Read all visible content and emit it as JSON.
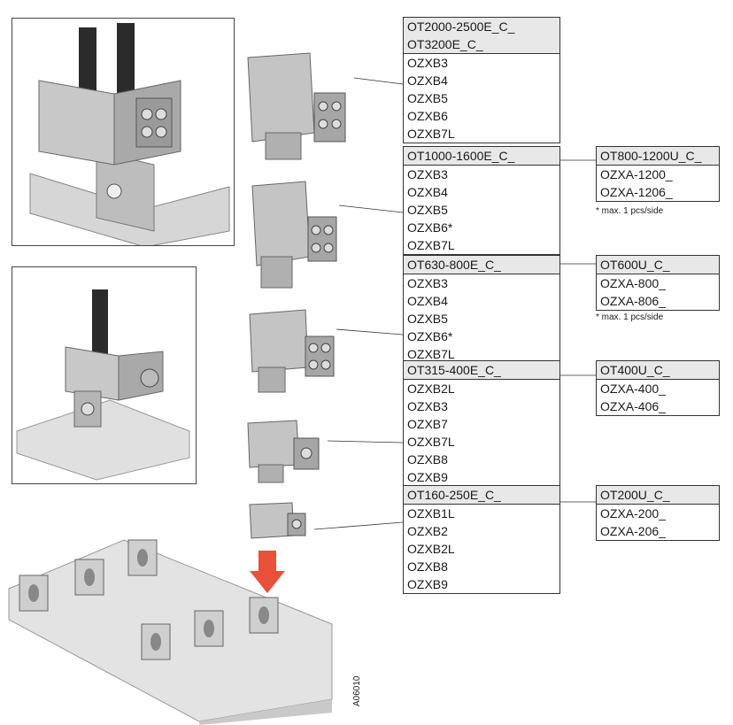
{
  "tables": [
    {
      "id": "t1",
      "header": [
        "OT2000-2500E_C_",
        "OT3200E_C_"
      ],
      "rows": [
        "OZXB3",
        "OZXB4",
        "OZXB5",
        "OZXB6",
        "OZXB7L"
      ]
    },
    {
      "id": "t2",
      "header": [
        "OT1000-1600E_C_"
      ],
      "rows": [
        "OZXB3",
        "OZXB4",
        "OZXB5",
        "OZXB6*",
        "OZXB7L"
      ]
    },
    {
      "id": "t3",
      "header": [
        "OT630-800E_C_"
      ],
      "rows": [
        "OZXB3",
        "OZXB4",
        "OZXB5",
        "OZXB6*",
        "OZXB7L"
      ]
    },
    {
      "id": "t4",
      "header": [
        "OT315-400E_C_"
      ],
      "rows": [
        "OZXB2L",
        "OZXB3",
        "OZXB7",
        "OZXB7L",
        "OZXB8",
        "OZXB9"
      ]
    },
    {
      "id": "t5",
      "header": [
        "OT160-250E_C_"
      ],
      "rows": [
        "OZXB1L",
        "OZXB2",
        "OZXB2L",
        "OZXB8",
        "OZXB9"
      ]
    },
    {
      "id": "s1",
      "header": [
        "OT800-1200U_C_"
      ],
      "rows": [
        "OZXA-1200_",
        "OZXA-1206_"
      ]
    },
    {
      "id": "s2",
      "header": [
        "OT600U_C_"
      ],
      "rows": [
        "OZXA-800_",
        "OZXA-806_"
      ]
    },
    {
      "id": "s3",
      "header": [
        "OT400U_C_"
      ],
      "rows": [
        "OZXA-400_",
        "OZXA-406_"
      ]
    },
    {
      "id": "s4",
      "header": [
        "OT200U_C_"
      ],
      "rows": [
        "OZXA-200_",
        "OZXA-206_"
      ]
    }
  ],
  "notes": [
    "* max. 1 pcs/side",
    "* max. 1 pcs/side"
  ],
  "drawing_code": "A06010",
  "colors": {
    "arrow": "#e8503a",
    "metal": "#c8c8c8",
    "metal_dark": "#8a8a8a",
    "cable": "#2b2b2b"
  }
}
